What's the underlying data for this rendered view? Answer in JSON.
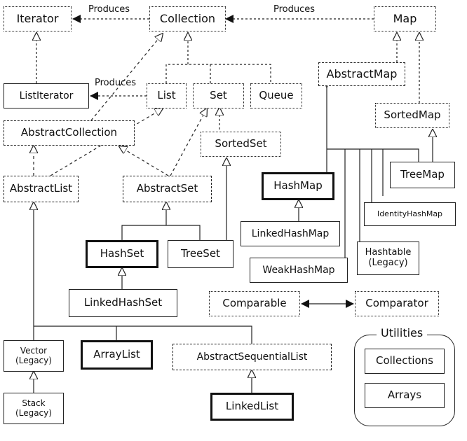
{
  "nodes": {
    "iterator": "Iterator",
    "collection": "Collection",
    "map": "Map",
    "abstract_map": "AbstractMap",
    "list_iterator": "ListIterator",
    "list": "List",
    "set": "Set",
    "queue": "Queue",
    "sorted_map": "SortedMap",
    "abstract_collection": "AbstractCollection",
    "sorted_set": "SortedSet",
    "tree_map": "TreeMap",
    "abstract_list": "AbstractList",
    "abstract_set": "AbstractSet",
    "hash_map": "HashMap",
    "identity_hash_map": "IdentityHashMap",
    "linked_hash_map": "LinkedHashMap",
    "hash_set": "HashSet",
    "tree_set": "TreeSet",
    "hashtable": "Hashtable",
    "hashtable_note": "(Legacy)",
    "weak_hash_map": "WeakHashMap",
    "linked_hash_set": "LinkedHashSet",
    "comparable": "Comparable",
    "comparator": "Comparator",
    "vector": "Vector",
    "vector_note": "(Legacy)",
    "array_list": "ArrayList",
    "abstract_sequential_list": "AbstractSequentialList",
    "stack": "Stack",
    "stack_note": "(Legacy)",
    "linked_list": "LinkedList"
  },
  "labels": {
    "produces_iterator": "Produces",
    "produces_map": "Produces",
    "produces_list_iterator": "Produces"
  },
  "utilities": {
    "title": "Utilities",
    "collections": "Collections",
    "arrays": "Arrays"
  }
}
